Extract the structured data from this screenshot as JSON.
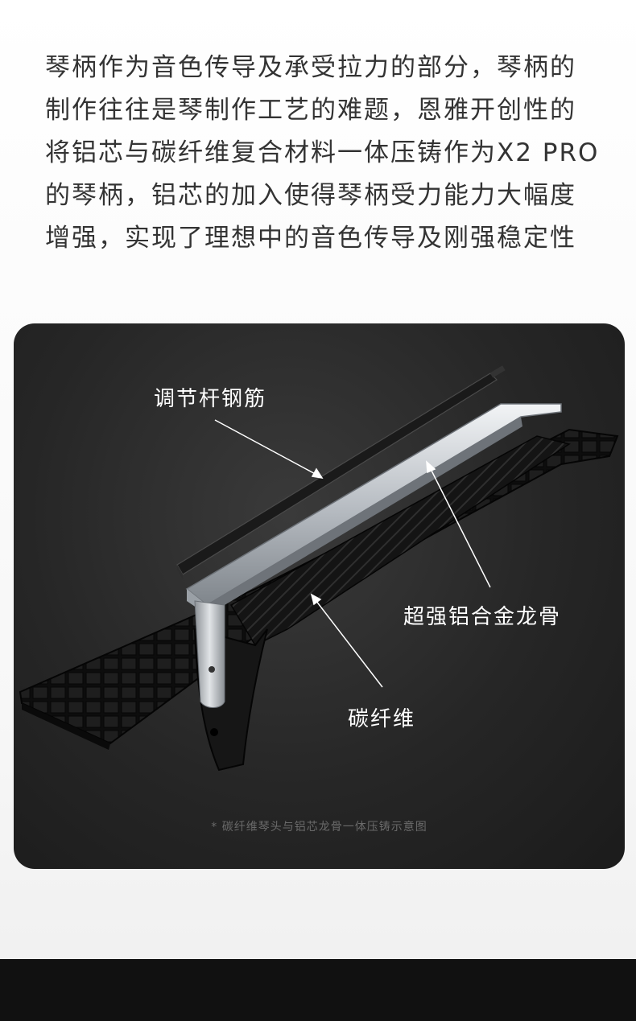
{
  "intro": {
    "lines": [
      "琴柄作为音色传导及承受拉力的部分，琴柄的",
      "制作往往是琴制作工艺的难题，恩雅开创性的",
      "将铝芯与碳纤维复合材料一体压铸作为X2 PRO",
      "的琴柄，铝芯的加入使得琴柄受力能力大幅度",
      "增强，实现了理想中的音色传导及刚强稳定性"
    ]
  },
  "diagram": {
    "labels": {
      "truss_rod": "调节杆钢筋",
      "aluminum_keel": "超强铝合金龙骨",
      "carbon_fiber": "碳纤维"
    },
    "caption": "* 碳纤维琴头与铝芯龙骨一体压铸示意图"
  }
}
